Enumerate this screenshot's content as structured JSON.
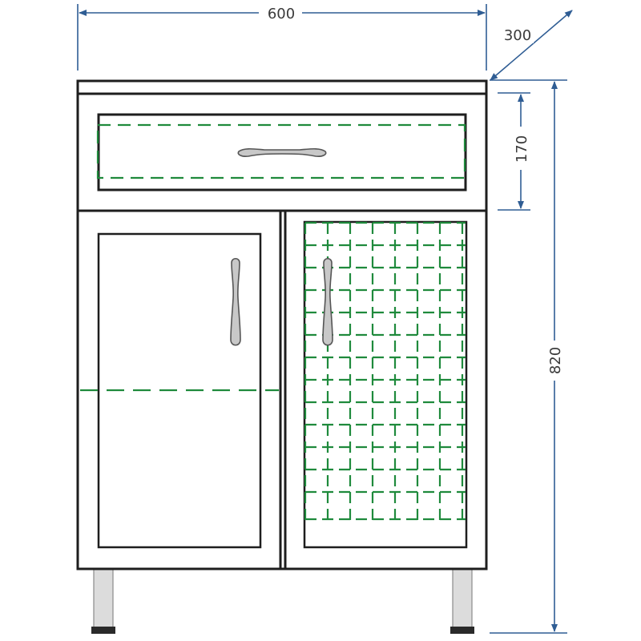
{
  "dimensions": {
    "width_label": "600",
    "depth_label": "300",
    "drawer_height_label": "170",
    "total_height_label": "820"
  },
  "colors": {
    "dimension_line": "#2f5d94",
    "outline": "#1e1e1e",
    "dashed": "#1f8a3c",
    "panel_fill": "#ffffff",
    "handle_fill": "#c8c8c8",
    "leg_fill": "#dcdcdc"
  }
}
